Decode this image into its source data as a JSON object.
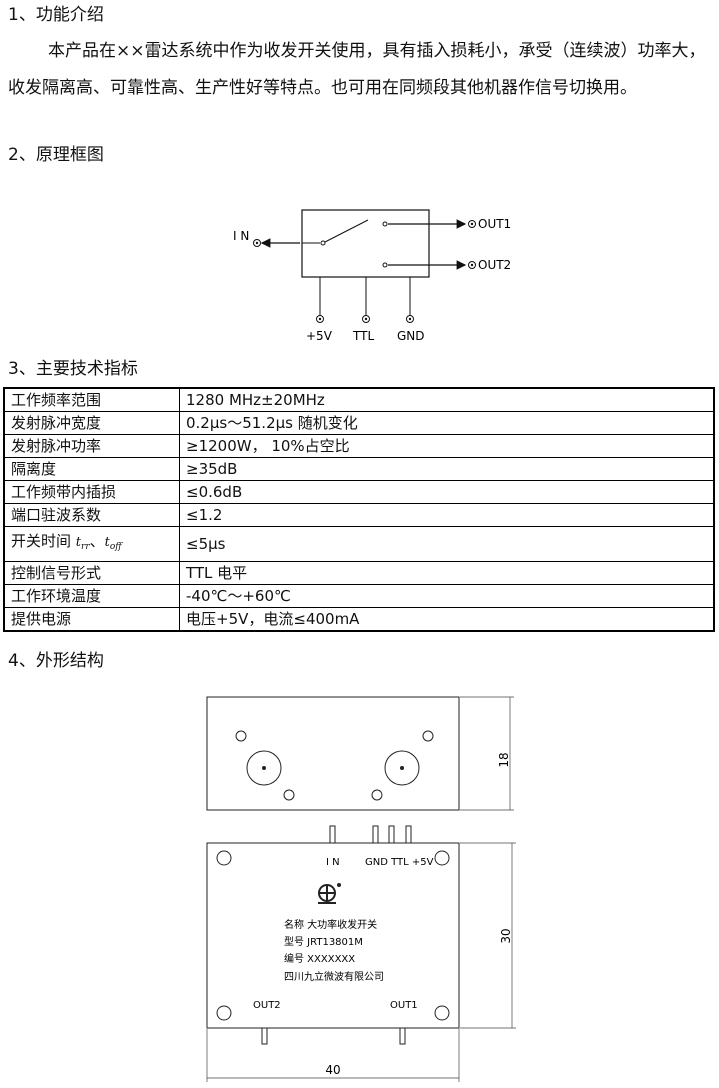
{
  "sections": {
    "s1": "1、功能介绍",
    "s2": "2、原理框图",
    "s3": "3、主要技术指标",
    "s4": "4、外形结构"
  },
  "intro": "本产品在××雷达系统中作为收发开关使用，具有插入损耗小，承受（连续波）功率大，收发隔离高、可靠性高、生产性好等特点。也可用在同频段其他机器作信号切换用。",
  "diagram": {
    "in_label": "I N",
    "out1": "OUT1",
    "out2": "OUT2",
    "v5": "+5V",
    "ttl": "TTL",
    "gnd": "GND"
  },
  "specs": [
    {
      "name": "工作频率范围",
      "value": "1280 MHz±20MHz"
    },
    {
      "name": "发射脉冲宽度",
      "value": "0.2μs～51.2μs 随机变化"
    },
    {
      "name": "发射脉冲功率",
      "value": "≥1200W， 10%占空比"
    },
    {
      "name": "隔离度",
      "value": "≥35dB"
    },
    {
      "name": "工作频带内插损",
      "value": "≤0.6dB"
    },
    {
      "name": "端口驻波系数",
      "value": "≤1.2"
    },
    {
      "name": "开关时间",
      "value": "≤5μs",
      "t1": "t",
      "t1s": "rr",
      "sep": "、",
      "t2": "t",
      "t2s": "off"
    },
    {
      "name": "控制信号形式",
      "value": "TTL 电平"
    },
    {
      "name": "工作环境温度",
      "value": "-40℃～+60℃"
    },
    {
      "name": "提供电源",
      "value": "电压+5V，电流≤400mA"
    }
  ],
  "outline": {
    "dim_height_top": "18",
    "dim_height_front": "30",
    "dim_width": "40",
    "in_label": "I N",
    "pins_label": "GND TTL +5V",
    "out2": "OUT2",
    "out1": "OUT1",
    "name_line": "名称  大功率收发开关",
    "model_line": "型号  JRT13801M",
    "serial_line": "编号  XXXXXXX",
    "company_line": "四川九立微波有限公司"
  }
}
